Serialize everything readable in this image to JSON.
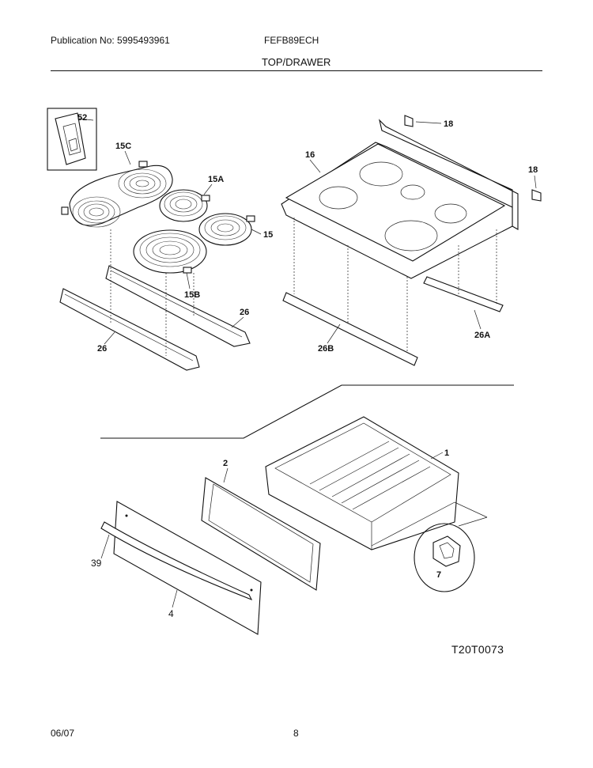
{
  "header": {
    "publication": "Publication No: 5995493961",
    "model": "FEFB89ECH",
    "section": "TOP/DRAWER"
  },
  "footer": {
    "date": "06/07",
    "page": "8"
  },
  "figure_code": "T20T0073",
  "callouts": {
    "c52": "52",
    "c15c": "15C",
    "c15a": "15A",
    "c15": "15",
    "c15b": "15B",
    "c26_right": "26",
    "c26_left": "26",
    "c18_top": "18",
    "c18_right": "18",
    "c16": "16",
    "c26a": "26A",
    "c26b": "26B",
    "c1": "1",
    "c2": "2",
    "c39": "39",
    "c4": "4",
    "c7": "7"
  }
}
